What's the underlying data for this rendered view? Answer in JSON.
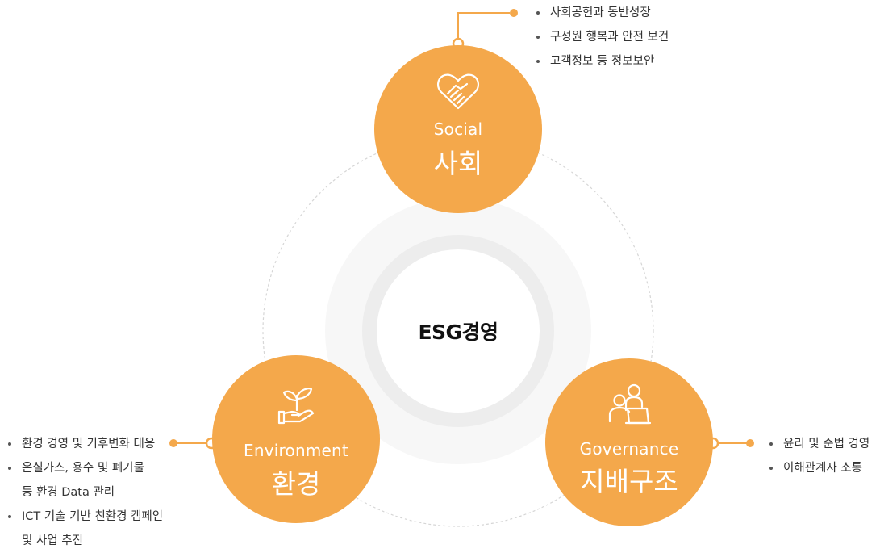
{
  "center": {
    "label": "ESG경영"
  },
  "social": {
    "title_en": "Social",
    "title_ko": "사회",
    "icon": "handshake-heart-icon",
    "items": [
      "사회공헌과 동반성장",
      "구성원 행복과 안전 보건",
      "고객정보 등 정보보안"
    ]
  },
  "environment": {
    "title_en": "Environment",
    "title_ko": "환경",
    "icon": "plant-hand-icon",
    "items": [
      {
        "line1": "환경 경영 및 기후변화 대응",
        "line2": ""
      },
      {
        "line1": "온실가스, 용수 및 폐기물",
        "line2": "등 환경 Data 관리"
      },
      {
        "line1": "ICT 기술 기반 친환경 캠페인",
        "line2": "및 사업 추진"
      }
    ]
  },
  "governance": {
    "title_en": "Governance",
    "title_ko": "지배구조",
    "icon": "people-meeting-icon",
    "items": [
      "윤리 및 준법 경영",
      "이해관계자 소통"
    ]
  },
  "colors": {
    "accent": "#f4a84b",
    "text": "#333333",
    "center_text": "#111111",
    "dashed_ring": "#d6d6d6",
    "center_outer": "#f7f7f7",
    "center_ring": "#ededed"
  }
}
